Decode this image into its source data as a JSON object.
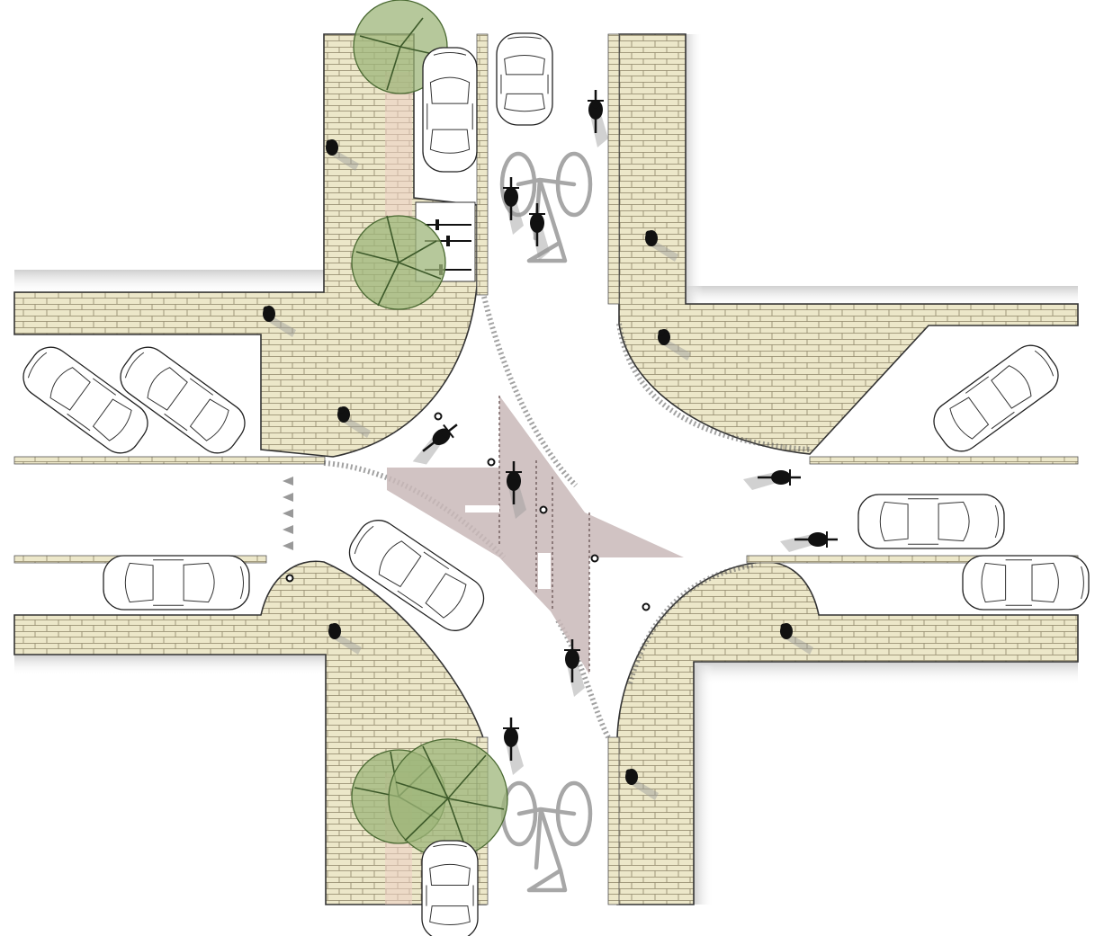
{
  "diagram": {
    "kind": "street-intersection-plan",
    "colors": {
      "paving": "#ece7c9",
      "paving_lines": "#8c8467",
      "road": "#ffffff",
      "building_shadow": "#d9d9d9",
      "crossing": "#c9b8b8",
      "tree": "#9db57a",
      "cycle_lane_tint": "#efcfc4",
      "bike_symbol": "#a7a7a7"
    },
    "icons": [
      "car-icon",
      "cyclist-icon",
      "pedestrian-icon",
      "tree-icon",
      "bicycle-marking-icon",
      "bollard-icon",
      "give-way-triangle-icon",
      "bike-rack-icon"
    ],
    "counts": {
      "cars": 10,
      "cyclists": 9,
      "pedestrians": 8,
      "trees": 4,
      "bollards": 6
    }
  }
}
